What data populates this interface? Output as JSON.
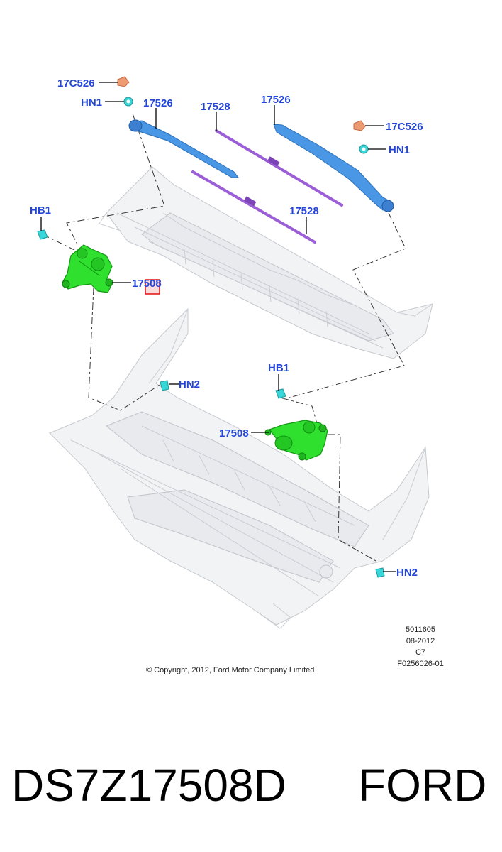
{
  "diagram": {
    "labels": {
      "c17c526_a": "17C526",
      "hn1_a": "HN1",
      "arm_a": "17526",
      "blade_a": "17528",
      "arm_b": "17526",
      "c17c526_b": "17C526",
      "hn1_b": "HN1",
      "hb1_a": "HB1",
      "blade_b": "17528",
      "motor_a": "17508",
      "hn2_a": "HN2",
      "hb1_b": "HB1",
      "motor_b": "17508",
      "hn2_b": "HN2"
    },
    "meta": {
      "code": "5011605",
      "date": "08-2012",
      "rev": "C7",
      "figure": "F0256026-01"
    },
    "copyright": "© Copyright, 2012, Ford Motor Company Limited"
  },
  "footer": {
    "part_number": "DS7Z17508D",
    "brand": "FORD"
  },
  "colors": {
    "callout": "#2346d8",
    "wiper_arm": "#4a97e6",
    "wiper_blade": "#9b5ed6",
    "motor": "#2fe02f",
    "clip": "#ee9a72",
    "fastener": "#38d6d8",
    "highlight": "#e01010"
  }
}
